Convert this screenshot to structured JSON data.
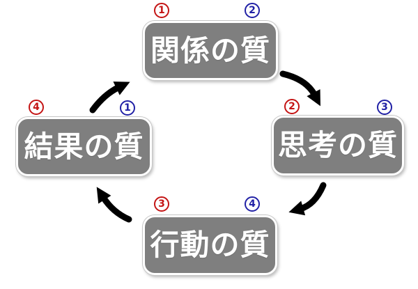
{
  "diagram": {
    "title": "success-cycle",
    "colors": {
      "background": "#ffffff",
      "box_color": "#7f7f7f",
      "box_text_color": "#ffffff",
      "arrow_color": "#000000",
      "red_color": "#c41414",
      "blue_color": "#2121a6"
    },
    "nodes": [
      {
        "id": "relationship",
        "label": "関係の質",
        "position": "top",
        "red_number": "1",
        "blue_number": "2"
      },
      {
        "id": "thinking",
        "label": "思考の質",
        "position": "right",
        "red_number": "2",
        "blue_number": "3"
      },
      {
        "id": "action",
        "label": "行動の質",
        "position": "bottom",
        "red_number": "3",
        "blue_number": "4"
      },
      {
        "id": "result",
        "label": "結果の質",
        "position": "left",
        "red_number": "4",
        "blue_number": "1"
      }
    ],
    "arrows": [
      {
        "from": "relationship",
        "to": "thinking",
        "direction": "down-right"
      },
      {
        "from": "thinking",
        "to": "action",
        "direction": "down-left"
      },
      {
        "from": "action",
        "to": "result",
        "direction": "up-left"
      },
      {
        "from": "result",
        "to": "relationship",
        "direction": "up-right"
      }
    ]
  }
}
